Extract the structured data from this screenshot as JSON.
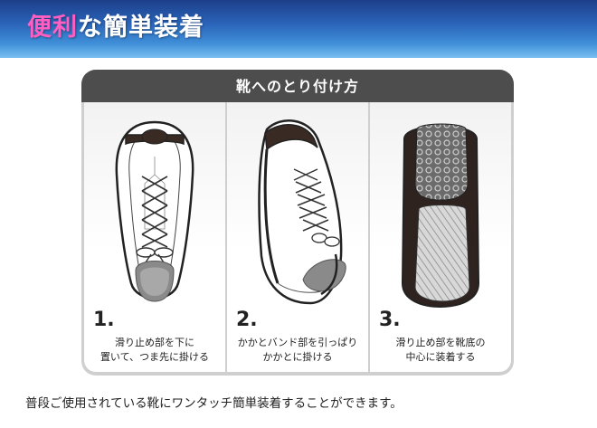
{
  "banner": {
    "title_highlight": "便利",
    "title_rest": "な簡単装着"
  },
  "panel": {
    "header": "靴へのとり付け方",
    "steps": [
      {
        "number": "1.",
        "line1": "滑り止め部を下に",
        "line2": "置いて、つま先に掛ける"
      },
      {
        "number": "2.",
        "line1": "かかとバンド部を引っぱり",
        "line2": "かかとに掛ける"
      },
      {
        "number": "3.",
        "line1": "滑り止め部を靴底の",
        "line2": "中心に装着する"
      }
    ]
  },
  "footer": {
    "text": "普段ご使用されている靴にワンタッチ簡単装着することができます。"
  }
}
